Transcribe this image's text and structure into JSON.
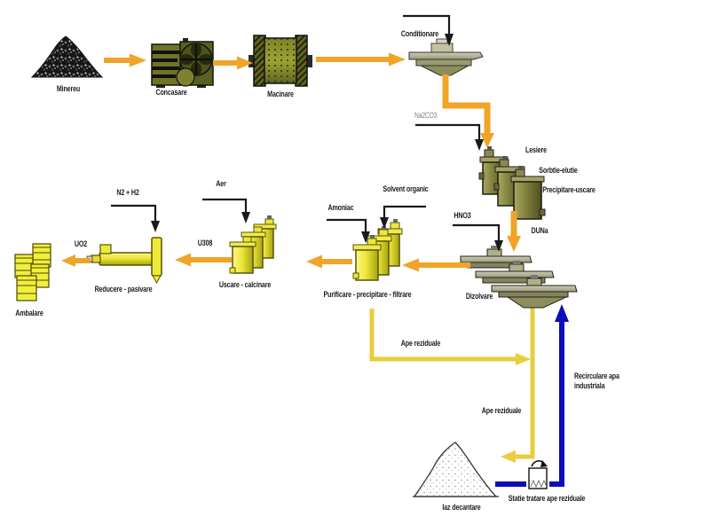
{
  "diagram": {
    "labels": {
      "minereu": "Minereu",
      "concasare": "Concasare",
      "macinare": "Macinare",
      "conditionare": "Conditionare",
      "na2co3": "Na2CO3",
      "lesiere": "Lesiere",
      "sorbtie_elutie": "Sorbtie-elutie",
      "precipitare_uscare": "Precipitare-uscare",
      "hno3": "HNO3",
      "duna": "DUNa",
      "dizolvare": "Dizolvare",
      "amoniac": "Amoniac",
      "solvent_organic": "Solvent organic",
      "purificare": "Purificare - precipitare - filtrare",
      "aer": "Aer",
      "u3o8": "U308",
      "uscare_calcinare": "Uscare - calcinare",
      "n2_h2": "N2 + H2",
      "uo2": "UO2",
      "reducere_pasivare": "Reducere - pasivare",
      "ambalare": "Ambalare",
      "ape_reziduale_purificare": "Ape reziduale",
      "ape_reziduale_dizolvare": "Ape reziduale",
      "recirculare": "Recirculare apa industriala",
      "iaz_decantare": "Iaz decantare",
      "statie_tratare": "Statie tratare ape reziduale"
    },
    "colors": {
      "process_arrow": "#f0a428",
      "waste_water_line": "#e9cd3d",
      "recirculation_line": "#0d0dbb",
      "reagent_line": "#1a1a1a",
      "tank_olive": "#82823c",
      "tank_yellow": "#ece73b",
      "background": "#ffffff"
    }
  }
}
